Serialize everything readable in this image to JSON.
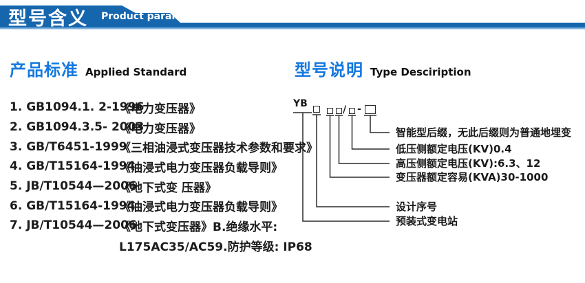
{
  "banner": {
    "title": "型号含义",
    "subtitle": "Product parameters"
  },
  "colors": {
    "banner_blue": "#1666ae",
    "banner_light_bar": "#7fb2dd",
    "accent_blue": "#1478df",
    "text_dark": "#1c1c1c"
  },
  "applied_standard": {
    "heading_zh": "产品标准",
    "heading_en": "Applied Standard",
    "items": [
      {
        "code": "1. GB1094.1. 2-1996",
        "title": "《电力变压器》"
      },
      {
        "code": "2. GB1094.3.5- 2003",
        "title": "《电力变压器》"
      },
      {
        "code": "3. GB/T6451-1999",
        "title": "《三相油浸式变压器技术参数和要求》"
      },
      {
        "code": "4. GB/T15164-1994",
        "title": "《油浸式电力变压器负载导则》"
      },
      {
        "code": "5. JB/T10544—2006",
        "title": "《地下式变 压器》"
      },
      {
        "code": "6. GB/T15164-1994",
        "title": "《油浸式电力变压器负载导则》"
      },
      {
        "code": "7. JB/T10544—2006",
        "title": "《地下式变压器》B.绝缘水平:"
      }
    ],
    "continuation": "L175AC35/AC59.防护等级: IP68"
  },
  "type_description": {
    "heading_zh": "型号说明",
    "heading_en": "Type Desciription",
    "model_prefix": "YB",
    "separator_slash": "/",
    "separator_dash": "-",
    "labels": [
      "智能型后缀，无此后缀则为普通地埋变",
      "低压侧额定电压(KV)0.4",
      "高压侧额定电压(KV):6.3、12",
      "变压器额定容易(KVA)30-1000",
      "设计序号",
      "预装式变电站"
    ]
  }
}
